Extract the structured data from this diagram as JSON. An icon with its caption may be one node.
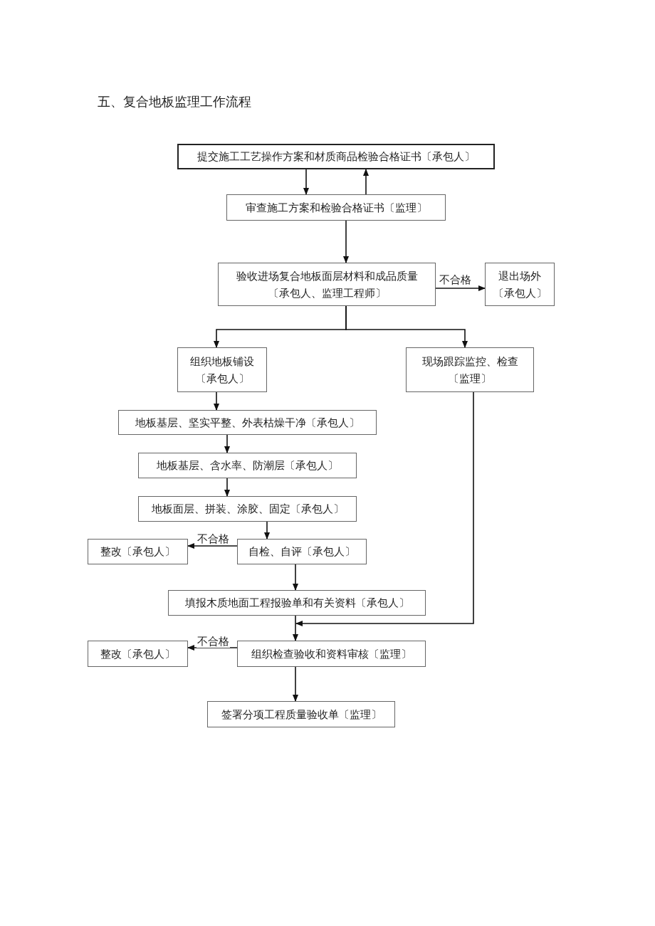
{
  "diagram": {
    "title": "五、复合地板监理工作流程",
    "nodes": [
      {
        "text": [
          "提交施工工艺操作方案和材质商品检验合格证书〔承包人〕"
        ]
      },
      {
        "text": [
          "审查施工方案和检验合格证书〔监理〕"
        ]
      },
      {
        "text": [
          "验收进场复合地板面层材料和成品质量〔承包人、监理工程师〕"
        ]
      },
      {
        "text": [
          "退出场外〔承包人〕"
        ]
      },
      {
        "text": [
          "组织地板铺设〔承包人〕"
        ]
      },
      {
        "text": [
          "现场跟踪监控、检查〔监理〕"
        ]
      },
      {
        "text": [
          "地板基层、坚实平整、外表枯燥干净〔承包人〕"
        ]
      },
      {
        "text": [
          "地板基层、含水率、防潮层〔承包人〕"
        ]
      },
      {
        "text": [
          "地板面层、拼装、涂胶、固定〔承包人〕"
        ]
      },
      {
        "text": [
          "整改〔承包人〕"
        ]
      },
      {
        "text": [
          "自检、自评〔承包人〕"
        ]
      },
      {
        "text": [
          "填报木质地面工程报验单和有关资料〔承包人〕"
        ]
      },
      {
        "text": [
          "整改〔承包人〕"
        ]
      },
      {
        "text": [
          "组织检查验收和资料审核〔监理〕"
        ]
      },
      {
        "text": [
          "签署分项工程质量验收单〔监理〕"
        ]
      }
    ],
    "edges": [
      {
        "from": 0,
        "to": 1,
        "arrow": "to"
      },
      {
        "from": 1,
        "to": 0,
        "arrow": "to"
      },
      {
        "from": 1,
        "to": 2,
        "arrow": "to"
      },
      {
        "from": 2,
        "to": 3,
        "arrow": "to",
        "label": "不合格"
      },
      {
        "from": 2,
        "to": 4,
        "arrow": "to"
      },
      {
        "from": 2,
        "to": 5,
        "arrow": "to"
      },
      {
        "from": 4,
        "to": 6,
        "arrow": "to"
      },
      {
        "from": 6,
        "to": 7,
        "arrow": "to"
      },
      {
        "from": 7,
        "to": 8,
        "arrow": "to"
      },
      {
        "from": 8,
        "to": 10,
        "arrow": "to"
      },
      {
        "from": 10,
        "to": 9,
        "arrow": "to",
        "label": "不合格"
      },
      {
        "from": 10,
        "to": 11,
        "arrow": "to"
      },
      {
        "from": 11,
        "to": 13,
        "arrow": "to"
      },
      {
        "from": 5,
        "to": 13,
        "arrow": "to"
      },
      {
        "from": 13,
        "to": 12,
        "arrow": "to",
        "label": "不合格"
      },
      {
        "from": 13,
        "to": 14,
        "arrow": "to"
      }
    ]
  }
}
